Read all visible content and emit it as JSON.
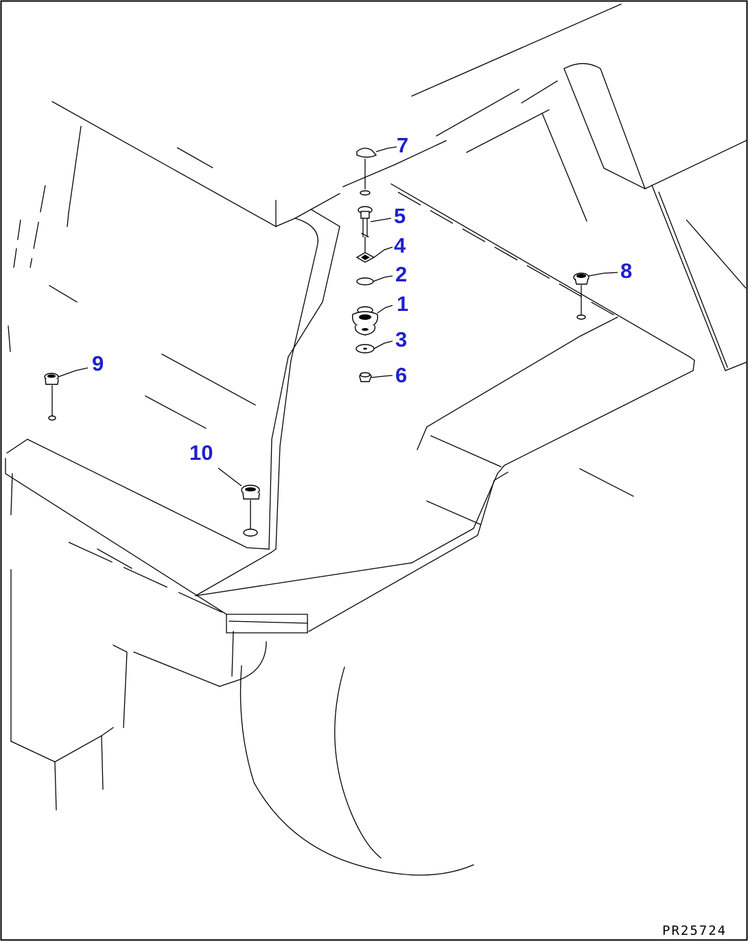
{
  "drawing_code": "PR25724",
  "callouts": [
    {
      "label": "1",
      "part": "mount-rubber"
    },
    {
      "label": "2",
      "part": "washer-upper"
    },
    {
      "label": "3",
      "part": "washer-lower"
    },
    {
      "label": "4",
      "part": "plate-washer"
    },
    {
      "label": "5",
      "part": "bolt"
    },
    {
      "label": "6",
      "part": "nut"
    },
    {
      "label": "7",
      "part": "cap"
    },
    {
      "label": "8",
      "part": "grommet-right"
    },
    {
      "label": "9",
      "part": "grommet-left"
    },
    {
      "label": "10",
      "part": "grommet-center"
    }
  ],
  "colors": {
    "callout": "#1f1fd0",
    "line": "#000000",
    "background": "#ffffff"
  }
}
